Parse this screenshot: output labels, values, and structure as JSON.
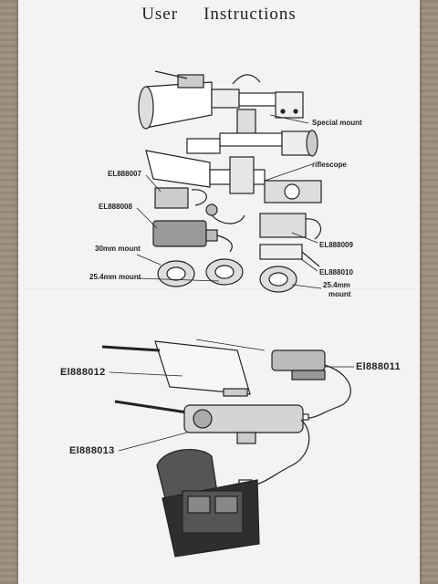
{
  "document": {
    "title_word1": "User",
    "title_word2": "Instructions"
  },
  "labels": {
    "special_mount": "Special mount",
    "riflescope": "riflescope",
    "el888007": "EL888007",
    "el888008": "EL888008",
    "el888009": "EL888009",
    "el888010": "EL888010",
    "mount_30mm": "30mm mount",
    "mount_254_left": "25.4mm mount",
    "mount_254_right": "25.4mm",
    "mount_254_right2": "mount",
    "el888011": "El888011",
    "el888012": "El888012",
    "el888013": "El888013"
  }
}
